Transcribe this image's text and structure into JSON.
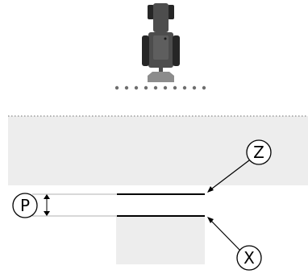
{
  "labels": {
    "z": "Z",
    "p": "P",
    "x": "X"
  },
  "colors": {
    "field": "#ededed",
    "tractor_body": "#4d4d4d",
    "tractor_dark": "#262626",
    "implement": "#8c8c8c",
    "line": "#000000",
    "guide_line": "#b0b0b0",
    "dots": "#6e6e6e"
  },
  "icons": [
    "tractor-icon"
  ]
}
